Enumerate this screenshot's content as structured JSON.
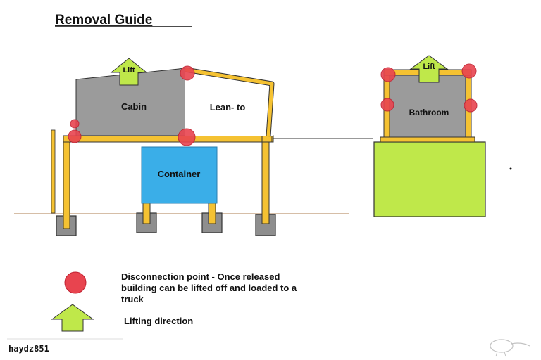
{
  "title": "Removal Guide",
  "labels": {
    "cabin": "Cabin",
    "lean_to": "Lean- to",
    "container": "Container",
    "bathroom": "Bathroom",
    "lift_left": "Lift",
    "lift_right": "Lift"
  },
  "legend": {
    "disconnection_line1": "Disconnection point - Once released",
    "disconnection_line2": "building can be lifted off and loaded to a",
    "disconnection_line3": "truck",
    "lifting": "Lifting direction"
  },
  "credit": "haydz851",
  "colors": {
    "frame": "#f5c232",
    "frame_stroke": "#3a3a3a",
    "cabin": "#9b9b9b",
    "container": "#3aaee8",
    "bathroom_base": "#bfe84a",
    "arrow": "#bfe84a",
    "disconnect": "#e8444f",
    "foundation": "#8e8e8e",
    "ground": "#c8a88a"
  }
}
